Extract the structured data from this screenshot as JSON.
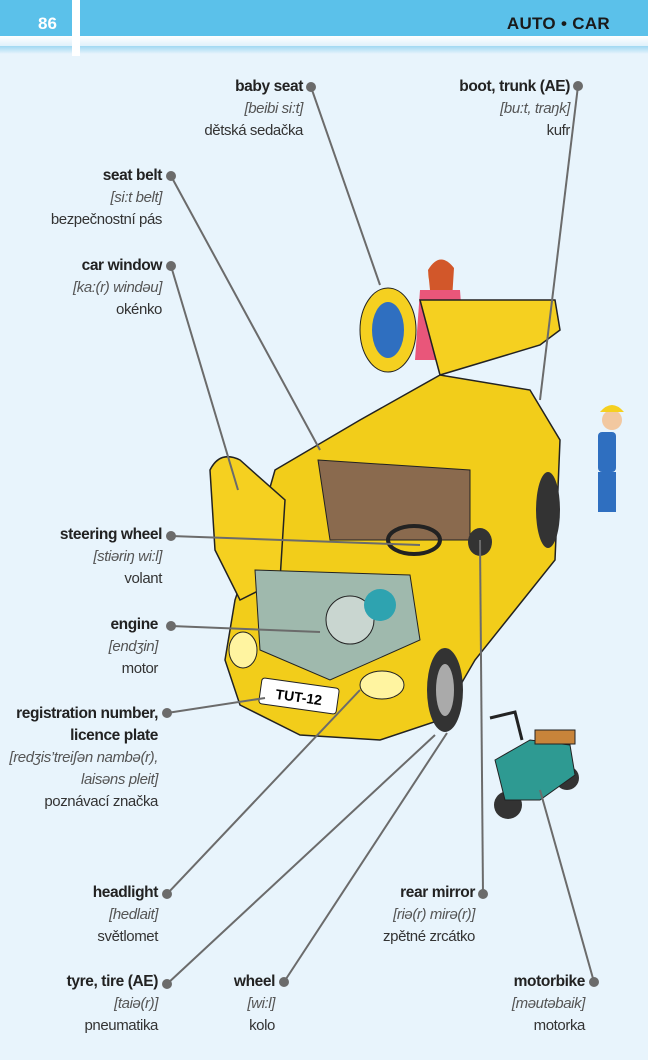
{
  "header": {
    "page_number": "86",
    "title": "AUTO • CAR"
  },
  "illustration": {
    "plate_text": "TUT-12"
  },
  "entries": [
    {
      "word": "baby seat",
      "phon": "[beibi si:t]",
      "trans": "dětská sedačka"
    },
    {
      "word": "boot, trunk (AE)",
      "phon": "[bu:t, traŋk]",
      "trans": "kufr"
    },
    {
      "word": "seat belt",
      "phon": "[si:t belt]",
      "trans": "bezpečnostní pás"
    },
    {
      "word": "car window",
      "phon": "[ka:(r) windəu]",
      "trans": "okénko"
    },
    {
      "word": "steering wheel",
      "phon": "[stiəriŋ wi:l]",
      "trans": "volant"
    },
    {
      "word": "engine",
      "phon": "[endʒin]",
      "trans": "motor"
    },
    {
      "word": "registration number,",
      "word2": "licence plate",
      "phon": "[redʒis’treiʃən nambə(r),",
      "phon2": "laisəns pleit]",
      "trans": "poznávací značka"
    },
    {
      "word": "headlight",
      "phon": "[hedlait]",
      "trans": "světlomet"
    },
    {
      "word": "rear mirror",
      "phon": "[riə(r) mirə(r)]",
      "trans": "zpětné zrcátko"
    },
    {
      "word": "tyre, tire (AE)",
      "phon": "[taiə(r)]",
      "trans": "pneumatika"
    },
    {
      "word": "wheel",
      "phon": "[wi:l]",
      "trans": "kolo"
    },
    {
      "word": "motorbike",
      "phon": "[məutəbaik]",
      "trans": "motorka"
    }
  ]
}
